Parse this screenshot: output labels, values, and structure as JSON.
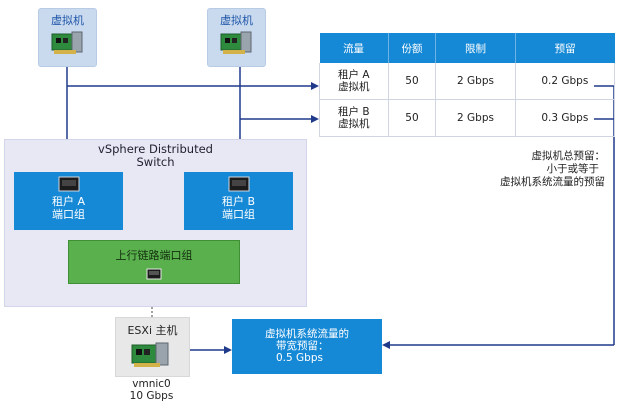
{
  "vm1": {
    "label": "虚拟机"
  },
  "vm2": {
    "label": "虚拟机"
  },
  "switch": {
    "title_line1": "vSphere Distributed",
    "title_line2": "Switch"
  },
  "portgroup_a": {
    "line1": "租户 A",
    "line2": "端口组"
  },
  "portgroup_b": {
    "line1": "租户 B",
    "line2": "端口组"
  },
  "uplink": {
    "label": "上行链路端口组"
  },
  "table": {
    "headers": [
      "流量",
      "份额",
      "限制",
      "预留"
    ],
    "rows": [
      {
        "traffic_line1": "租户 A",
        "traffic_line2": "虚拟机",
        "shares": "50",
        "limit": "2 Gbps",
        "reservation": "0.2 Gbps"
      },
      {
        "traffic_line1": "租户 B",
        "traffic_line2": "虚拟机",
        "shares": "50",
        "limit": "2 Gbps",
        "reservation": "0.3 Gbps"
      }
    ]
  },
  "note": {
    "line1": "虚拟机总预留：",
    "line2": "小于或等于",
    "line3": "虚拟机系统流量的预留"
  },
  "esxi": {
    "label": "ESXi 主机"
  },
  "vmnic": {
    "line1": "vmnic0",
    "line2": "10 Gbps"
  },
  "bandwidth": {
    "line1": "虚拟机系统流量的",
    "line2": "带宽预留：",
    "line3": "0.5 Gbps"
  },
  "colors": {
    "accent_blue": "#1689d6",
    "navy_line": "#1f3a8a",
    "uplink_green": "#59b04d",
    "vm_box": "#c9d9ee",
    "switch_bg": "#e7e8f4"
  }
}
